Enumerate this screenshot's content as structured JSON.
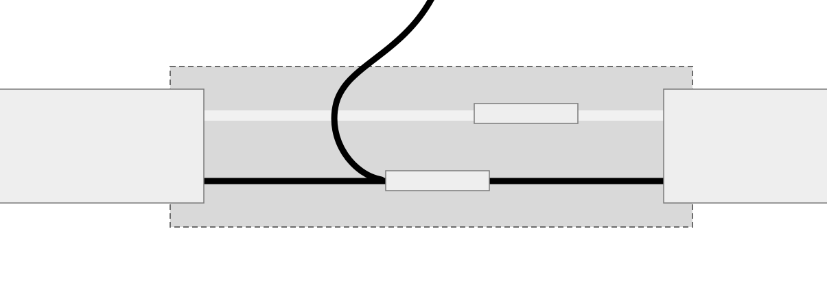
{
  "diagram": {
    "colors": {
      "background": "#ffffff",
      "container_fill": "#d9d9d9",
      "container_border": "#6b6b6b",
      "block_fill": "#eeeeee",
      "block_border": "#7a7a7a",
      "light_track": "#f1f1f1",
      "wire": "#000000"
    },
    "container": {
      "border_style": "dashed"
    },
    "blocks": [
      {
        "id": "left-block"
      },
      {
        "id": "right-block"
      }
    ],
    "connectors": [
      {
        "id": "upper-connector",
        "on_track": "light"
      },
      {
        "id": "lower-connector",
        "on_track": "dark"
      }
    ],
    "wires": [
      {
        "id": "horizontal-wire",
        "shape": "straight"
      },
      {
        "id": "incoming-curved-wire",
        "shape": "s-curve"
      }
    ]
  }
}
